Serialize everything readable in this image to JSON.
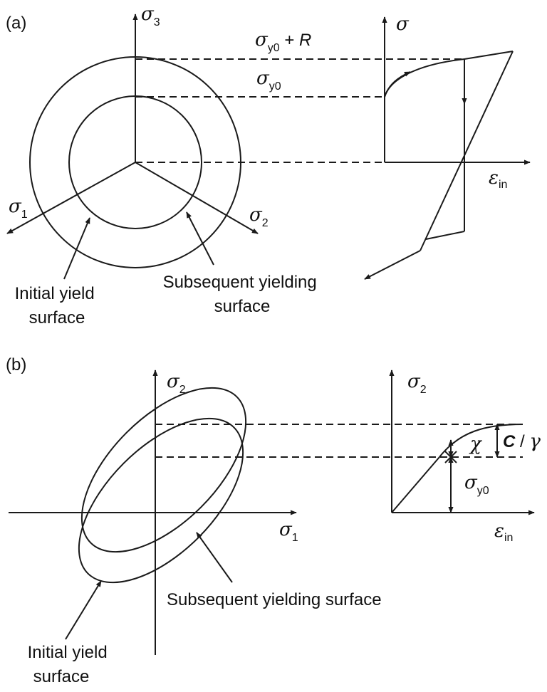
{
  "panel_a": {
    "label": "(a)",
    "axis_sigma3": {
      "sym": "σ",
      "sub": "3"
    },
    "axis_sigma1": {
      "sym": "σ",
      "sub": "1"
    },
    "axis_sigma2": {
      "sym": "σ",
      "sub": "2"
    },
    "axis_sigma": "σ",
    "axis_ein": {
      "sym": "ε",
      "sub": "in"
    },
    "level_top": {
      "sym": "σ",
      "sub": "y0",
      "suffix": " + ",
      "r": "R"
    },
    "level_mid": {
      "sym": "σ",
      "sub": "y0"
    },
    "initial_label": [
      "Initial yield",
      "surface"
    ],
    "subsequent_label": [
      "Subsequent yielding",
      "surface"
    ]
  },
  "panel_b": {
    "label": "(b)",
    "axis_sigma2_left": {
      "sym": "σ",
      "sub": "2"
    },
    "axis_sigma1": {
      "sym": "σ",
      "sub": "1"
    },
    "axis_sigma2_right": {
      "sym": "σ",
      "sub": "2"
    },
    "axis_ein": {
      "sym": "ε",
      "sub": "in"
    },
    "chi": "χ",
    "c_over_gamma": {
      "c": "C",
      "slash": " / ",
      "gamma": "γ"
    },
    "sigma_y0": {
      "sym": "σ",
      "sub": "y0"
    },
    "subsequent_label": "Subsequent yielding surface",
    "initial_label": [
      "Initial yield",
      "surface"
    ]
  }
}
